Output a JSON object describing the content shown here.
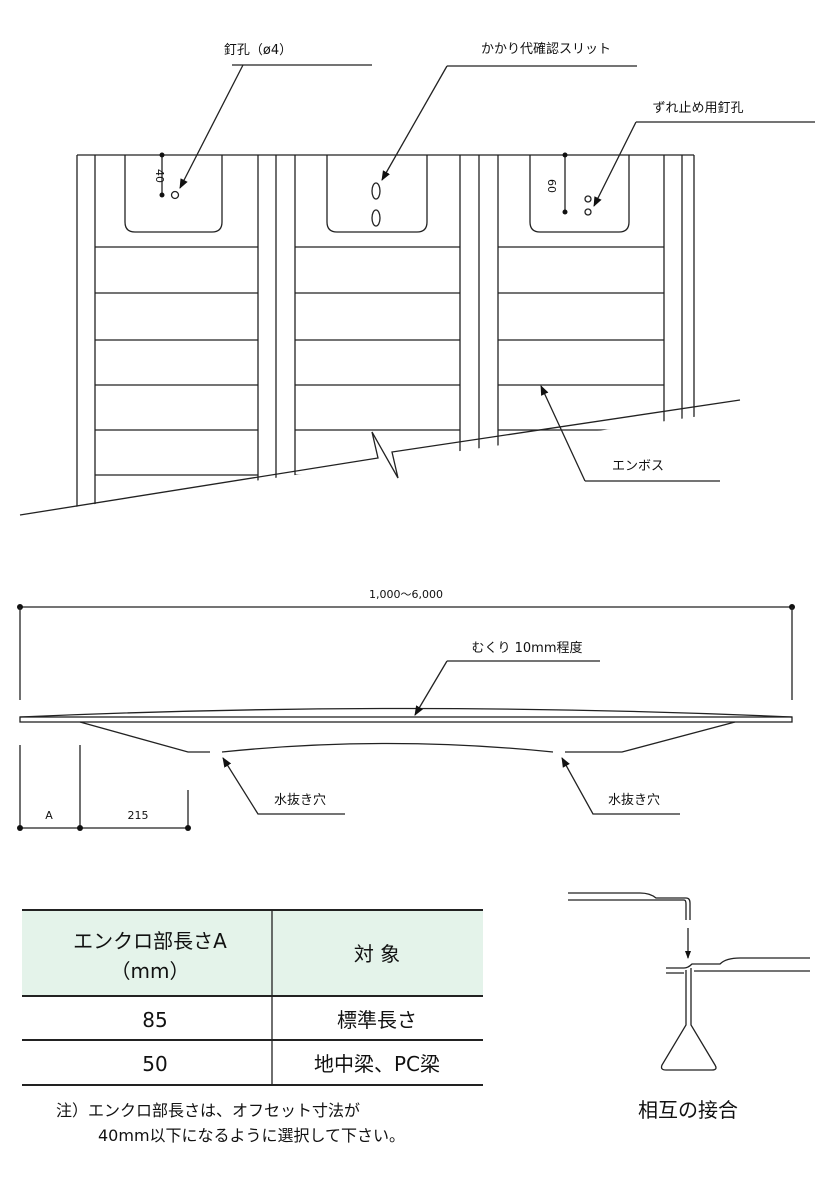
{
  "plan_view": {
    "nail_hole_label": "釘孔（ø4）",
    "slit_label": "かかり代確認スリット",
    "anti_slip_nail_label": "ずれ止め用釘孔",
    "emboss_label": "エンボス",
    "dim_40": "40",
    "dim_60": "60"
  },
  "section_view": {
    "length_dim": "1,000～6,000",
    "camber_label": "むくり 10mm程度",
    "drain_hole_left": "水抜き穴",
    "drain_hole_right": "水抜き穴",
    "dim_a": "A",
    "dim_215": "215"
  },
  "table": {
    "header_col1_line1": "エンクロ部長さA",
    "header_col1_line2": "（mm）",
    "header_col2": "対 象",
    "header_bg": "#e4f3ea",
    "rows": [
      {
        "length": "85",
        "target": "標準長さ"
      },
      {
        "length": "50",
        "target": "地中梁、PC梁"
      }
    ],
    "note_line1": "注）エンクロ部長さは、オフセット寸法が",
    "note_line2": "40mm以下になるように選択して下さい。"
  },
  "joint": {
    "caption": "相互の接合"
  }
}
